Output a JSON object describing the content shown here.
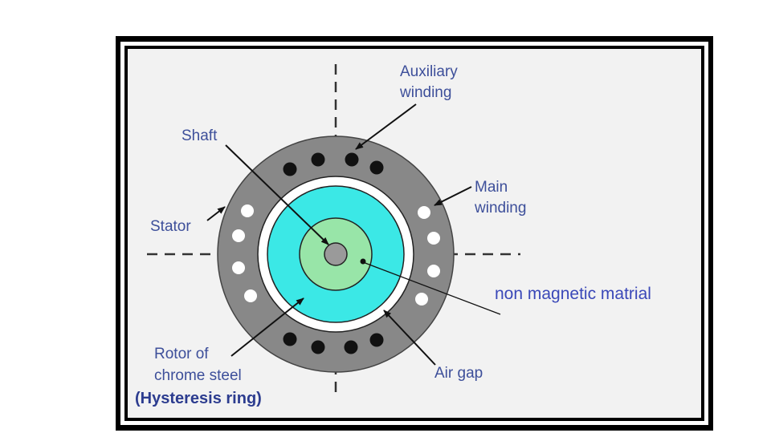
{
  "labels": {
    "auxiliary_line1": "Auxiliary",
    "auxiliary_line2": "winding",
    "shaft": "Shaft",
    "main_line1": "Main",
    "main_line2": "winding",
    "stator": "Stator",
    "non_magnetic": "non magnetic matrial",
    "rotor_line1": "Rotor of",
    "rotor_line2": "chrome steel",
    "hysteresis": "(Hysteresis ring)",
    "air_gap": "Air gap"
  },
  "colors": {
    "stator": "#888888",
    "rotor_ring": "#3be8e6",
    "non_magnetic_core": "#98e5a8",
    "shaft": "#9a9a9a",
    "label_text": "#3d4f9a",
    "frame": "#000000",
    "panel": "#f2f2f2"
  }
}
